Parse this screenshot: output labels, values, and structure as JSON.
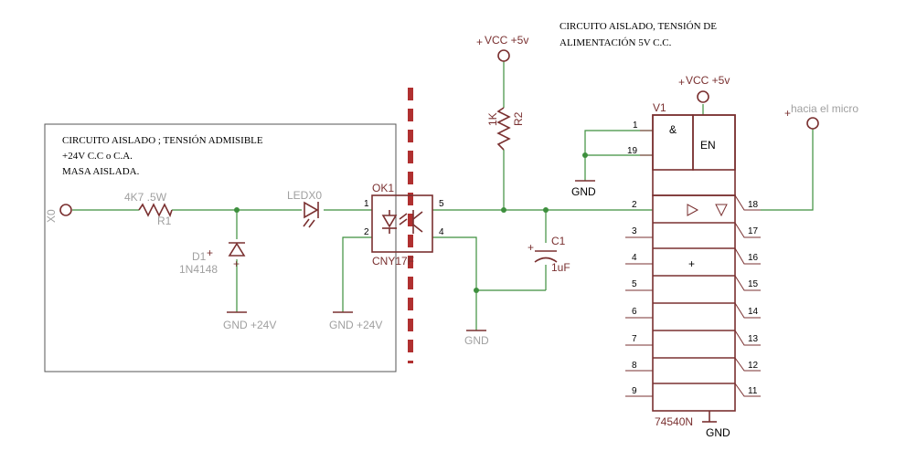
{
  "notes": {
    "isolated_title_line1": "CIRCUITO AISLADO, TENSIÓN DE",
    "isolated_title_line2": "ALIMENTACIÓN 5V C.C.",
    "input_line1": "CIRCUITO AISLADO ; TENSIÓN ADMISIBLE",
    "input_line2": "+24V C.C o C.A.",
    "input_line3": "MASA AISLADA."
  },
  "labels": {
    "x0": "X0",
    "r1_value": "4K7 .5W",
    "r1_name": "R1",
    "ledx0": "LEDX0",
    "d1_name": "D1",
    "d1_value": "1N4148",
    "gnd24_a": "GND +24V",
    "gnd24_b": "GND +24V",
    "ok1": "OK1",
    "cny17f": "CNY17F",
    "vcc_top": "VCC +5v",
    "r2_value": "1K",
    "r2_name": "R2",
    "gnd_mid": "GND",
    "c1_name": "C1",
    "c1_value": "1uF",
    "vcc_ic": "VCC +5v",
    "v1": "V1",
    "gnd_v1": "GND",
    "and_sym": "&",
    "en": "EN",
    "plus": "+",
    "hacia_micro": "hacia el micro",
    "ic_name": "74540N",
    "gnd_ic": "GND"
  },
  "pins": {
    "ok_1": "1",
    "ok_2": "2",
    "ok_5": "5",
    "ok_4": "4",
    "v_1": "1",
    "v_19": "19",
    "left": [
      "2",
      "3",
      "4",
      "5",
      "6",
      "7",
      "8",
      "9"
    ],
    "right": [
      "18",
      "17",
      "16",
      "15",
      "14",
      "13",
      "12",
      "11"
    ]
  },
  "colors": {
    "symbol": "#7a3030",
    "wire": "#3d8f3d",
    "isolation_barrier": "#b03030"
  }
}
